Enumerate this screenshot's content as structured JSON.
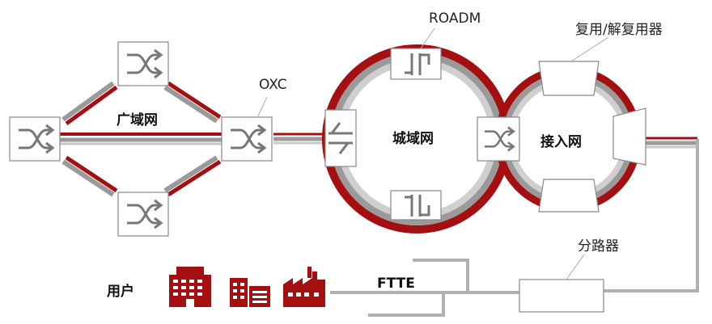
{
  "labels": {
    "wan": "广域网",
    "man": "城域网",
    "access": "接入网",
    "oxc": "OXC",
    "roadm": "ROADM",
    "mux": "复用/解复用器",
    "splitter": "分路器",
    "ftte": "FTTE",
    "user": "用户"
  },
  "colors": {
    "red": "#a40f12",
    "gray": "#9a9a9a",
    "light_gray": "#c8c8c8",
    "dark": "#444444"
  },
  "icons": [
    "switch-icon",
    "roadm-icon",
    "mux-icon",
    "splitter-icon",
    "building-icon",
    "apartment-icon",
    "factory-icon"
  ]
}
